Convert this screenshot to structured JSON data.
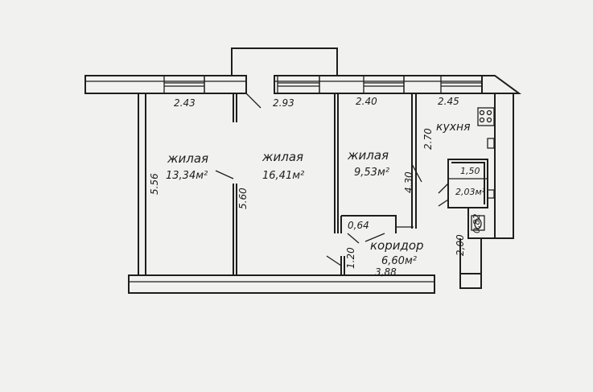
{
  "rooms": [
    {
      "id": "room1",
      "name": "жилая",
      "area": "13,34м²"
    },
    {
      "id": "room2",
      "name": "жилая",
      "area": "16,41м²"
    },
    {
      "id": "room3",
      "name": "жилая",
      "area": "9,53м²"
    },
    {
      "id": "corridor",
      "name": "коридор",
      "area": "6,60м²"
    },
    {
      "id": "kitchen",
      "name": "кухня"
    }
  ],
  "dimensions": {
    "top1": "2.43",
    "top2": "2.93",
    "top3": "2.40",
    "top4": "2.45",
    "left": "5.56",
    "mid": "5.60",
    "r3height": "4.30",
    "kitchenHeight": "2.70",
    "closet": "0,64",
    "corrWidth": "1.20",
    "bottom": "3,88",
    "bath": "1,50",
    "bathArea": "2,03м²",
    "toilet": "0,82",
    "lower": "2,00"
  },
  "colors": {
    "ink": "#1e1e1e",
    "paper": "#f1f1ef"
  }
}
